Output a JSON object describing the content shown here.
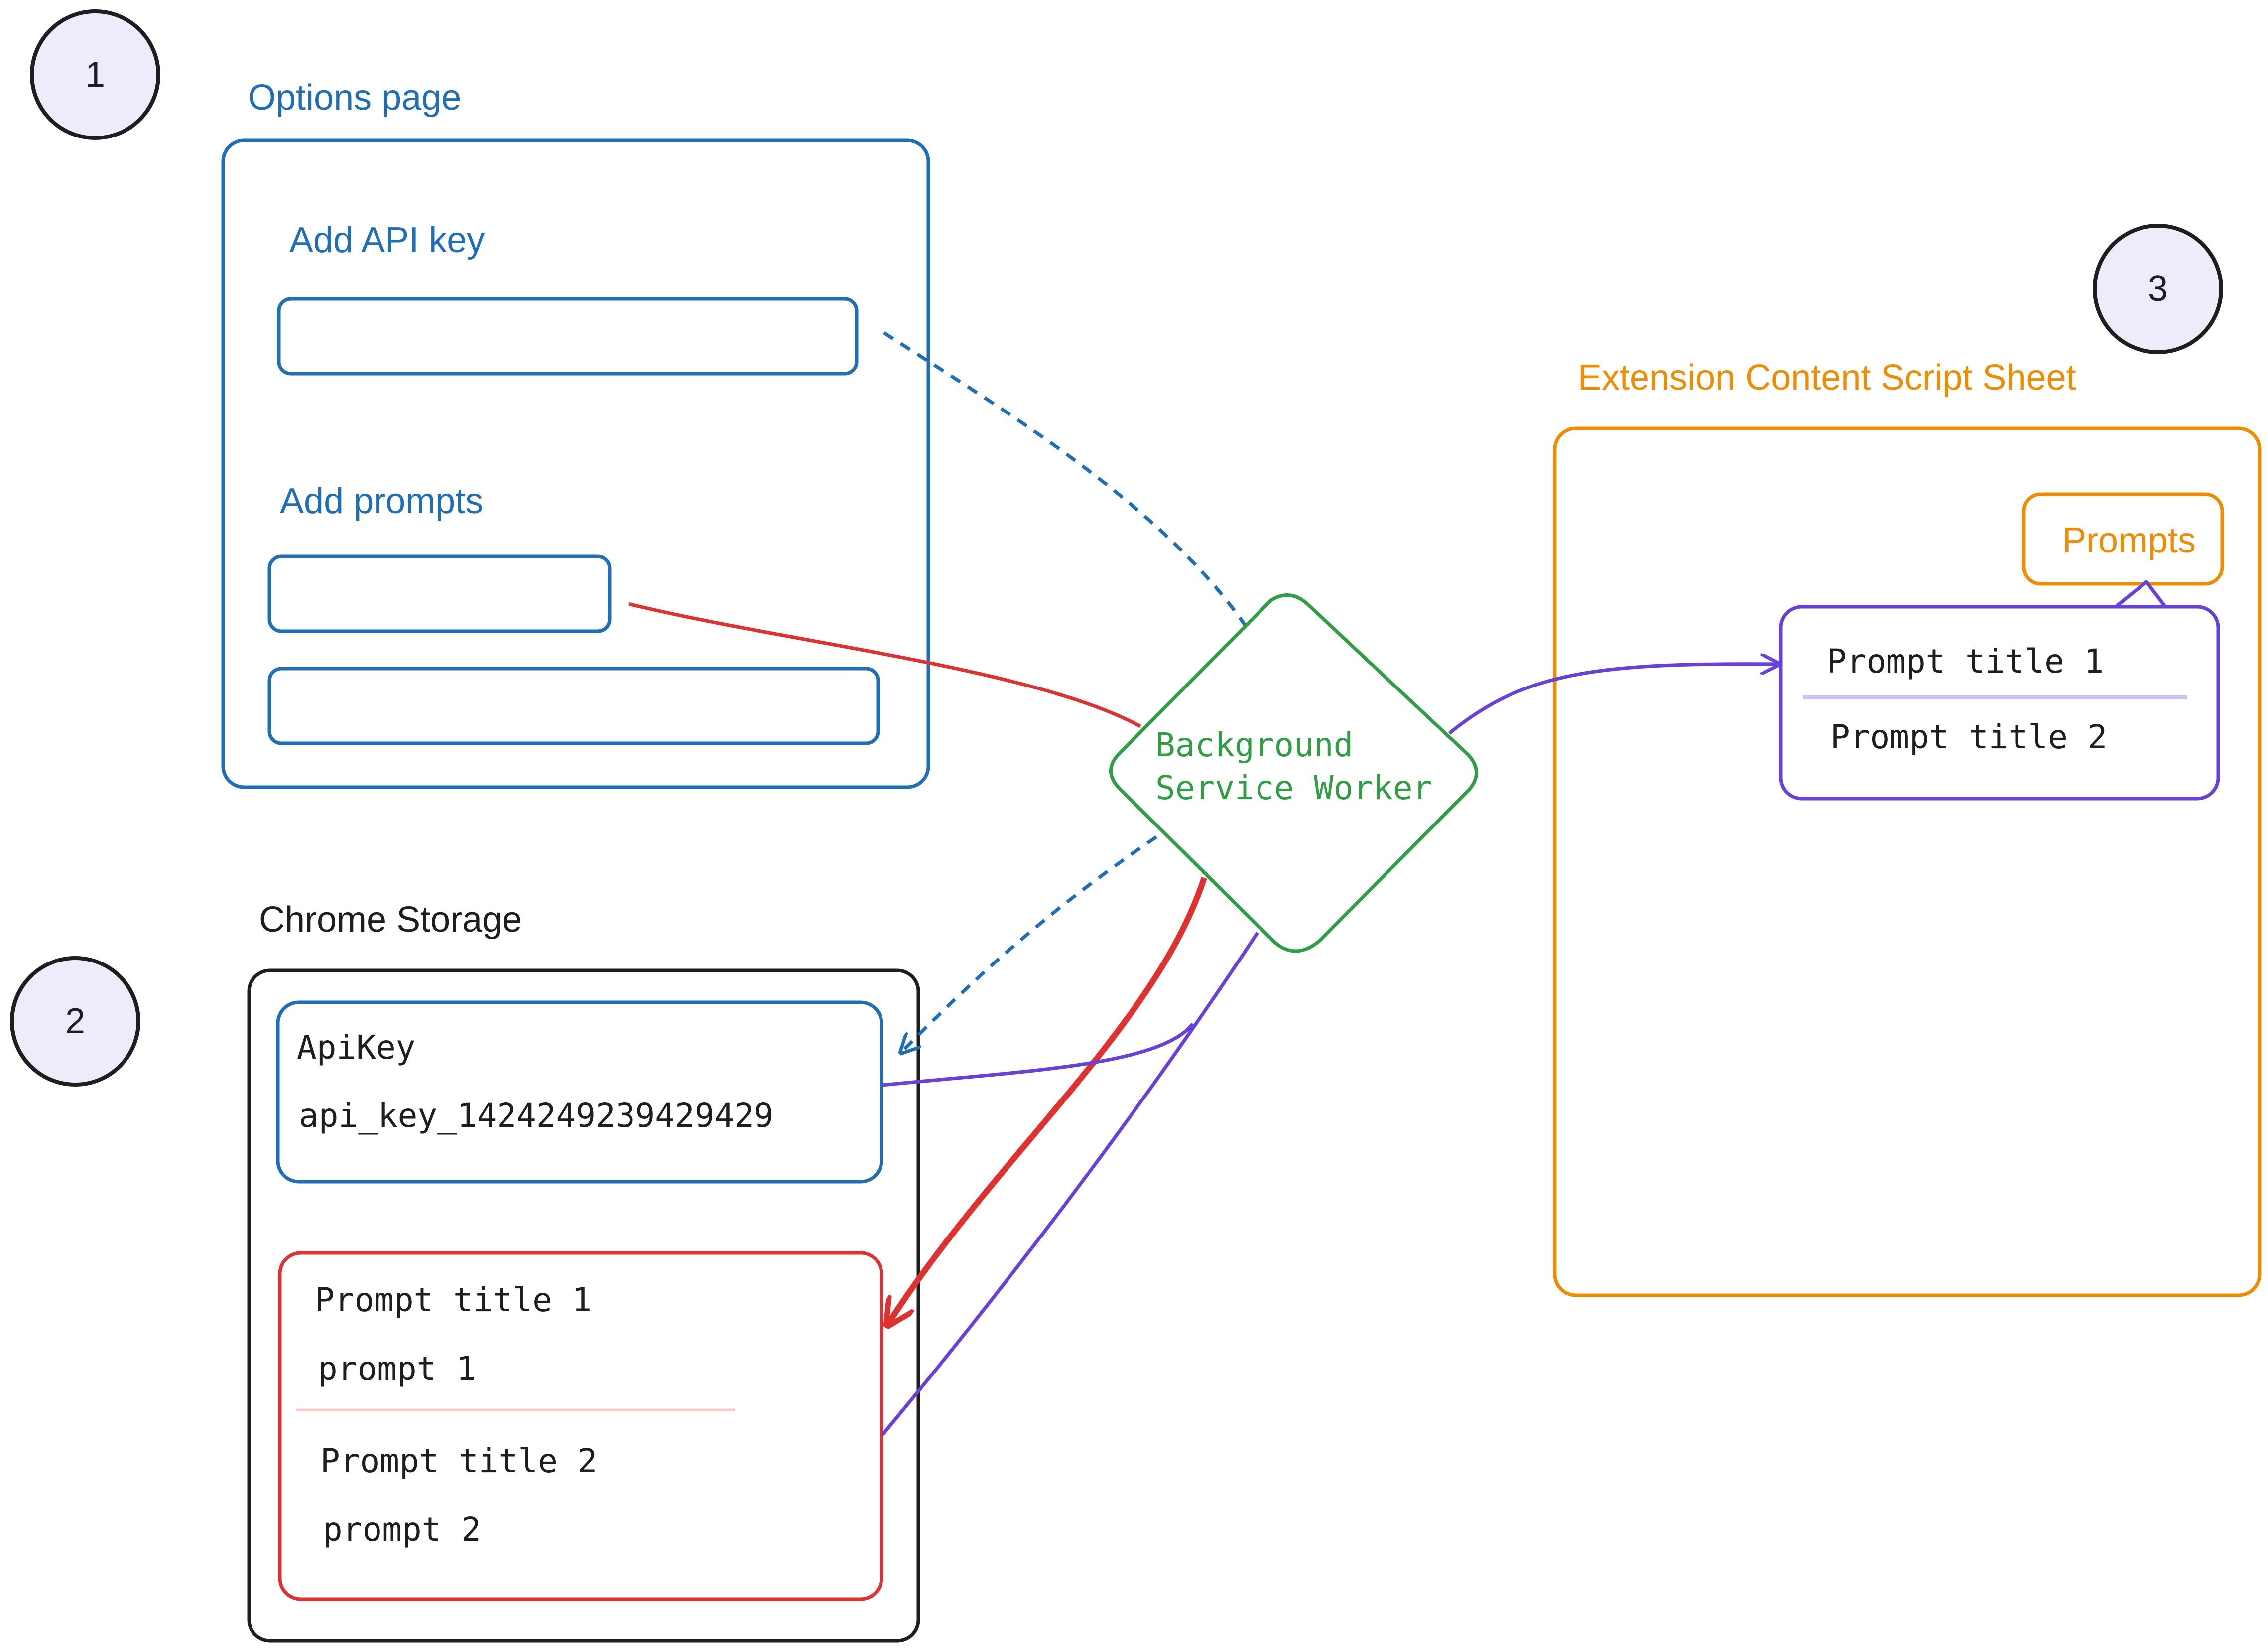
{
  "steps": [
    "1",
    "2",
    "3"
  ],
  "options_page": {
    "title": "Options page",
    "api_key_label": "Add API key",
    "prompts_label": "Add prompts"
  },
  "storage": {
    "title": "Chrome Storage",
    "api_key_name": "ApiKey",
    "api_key_value": "api_key_1424249239429429",
    "prompts": [
      {
        "title": "Prompt title 1",
        "text": "prompt 1"
      },
      {
        "title": "Prompt title 2",
        "text": "prompt 2"
      }
    ]
  },
  "service_worker": {
    "line1": "Background",
    "line2": "Service Worker"
  },
  "content_script": {
    "title": "Extension Content Script Sheet",
    "button_label": "Prompts",
    "menu_items": [
      "Prompt title 1",
      "Prompt title 2"
    ]
  },
  "colors": {
    "blue": "#1f6fb8",
    "green": "#2f9e44",
    "red": "#e03131",
    "purple": "#6741d9",
    "orange": "#f08c00",
    "black": "#1e1e1e",
    "circle_fill": "#eeecfb"
  }
}
